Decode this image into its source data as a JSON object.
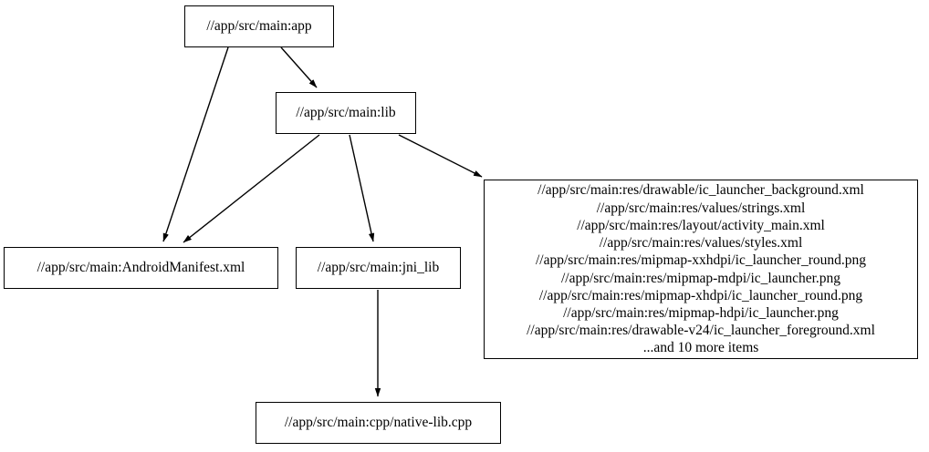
{
  "graph": {
    "type": "directed-dependency-graph",
    "background_color": "#ffffff",
    "node_border_color": "#000000",
    "node_fill_color": "#ffffff",
    "edge_color": "#000000",
    "text_color": "#000000",
    "nodes": [
      {
        "id": "app",
        "label": "//app/src/main:app"
      },
      {
        "id": "lib",
        "label": "//app/src/main:lib"
      },
      {
        "id": "manifest",
        "label": "//app/src/main:AndroidManifest.xml"
      },
      {
        "id": "jni_lib",
        "label": "//app/src/main:jni_lib"
      },
      {
        "id": "res_group",
        "label": "//app/src/main:res/drawable/ic_launcher_background.xml\n//app/src/main:res/values/strings.xml\n//app/src/main:res/layout/activity_main.xml\n//app/src/main:res/values/styles.xml\n//app/src/main:res/mipmap-xxhdpi/ic_launcher_round.png\n//app/src/main:res/mipmap-mdpi/ic_launcher.png\n//app/src/main:res/mipmap-xhdpi/ic_launcher_round.png\n//app/src/main:res/mipmap-hdpi/ic_launcher.png\n//app/src/main:res/drawable-v24/ic_launcher_foreground.xml\n...and 10 more items",
        "lines": [
          "//app/src/main:res/drawable/ic_launcher_background.xml",
          "//app/src/main:res/values/strings.xml",
          "//app/src/main:res/layout/activity_main.xml",
          "//app/src/main:res/values/styles.xml",
          "//app/src/main:res/mipmap-xxhdpi/ic_launcher_round.png",
          "//app/src/main:res/mipmap-mdpi/ic_launcher.png",
          "//app/src/main:res/mipmap-xhdpi/ic_launcher_round.png",
          "//app/src/main:res/mipmap-hdpi/ic_launcher.png",
          "//app/src/main:res/drawable-v24/ic_launcher_foreground.xml",
          "...and 10 more items"
        ]
      },
      {
        "id": "native_lib_cpp",
        "label": "//app/src/main:cpp/native-lib.cpp"
      }
    ],
    "edges": [
      {
        "from": "app",
        "to": "lib"
      },
      {
        "from": "app",
        "to": "manifest"
      },
      {
        "from": "lib",
        "to": "manifest"
      },
      {
        "from": "lib",
        "to": "jni_lib"
      },
      {
        "from": "lib",
        "to": "res_group"
      },
      {
        "from": "jni_lib",
        "to": "native_lib_cpp"
      }
    ]
  }
}
